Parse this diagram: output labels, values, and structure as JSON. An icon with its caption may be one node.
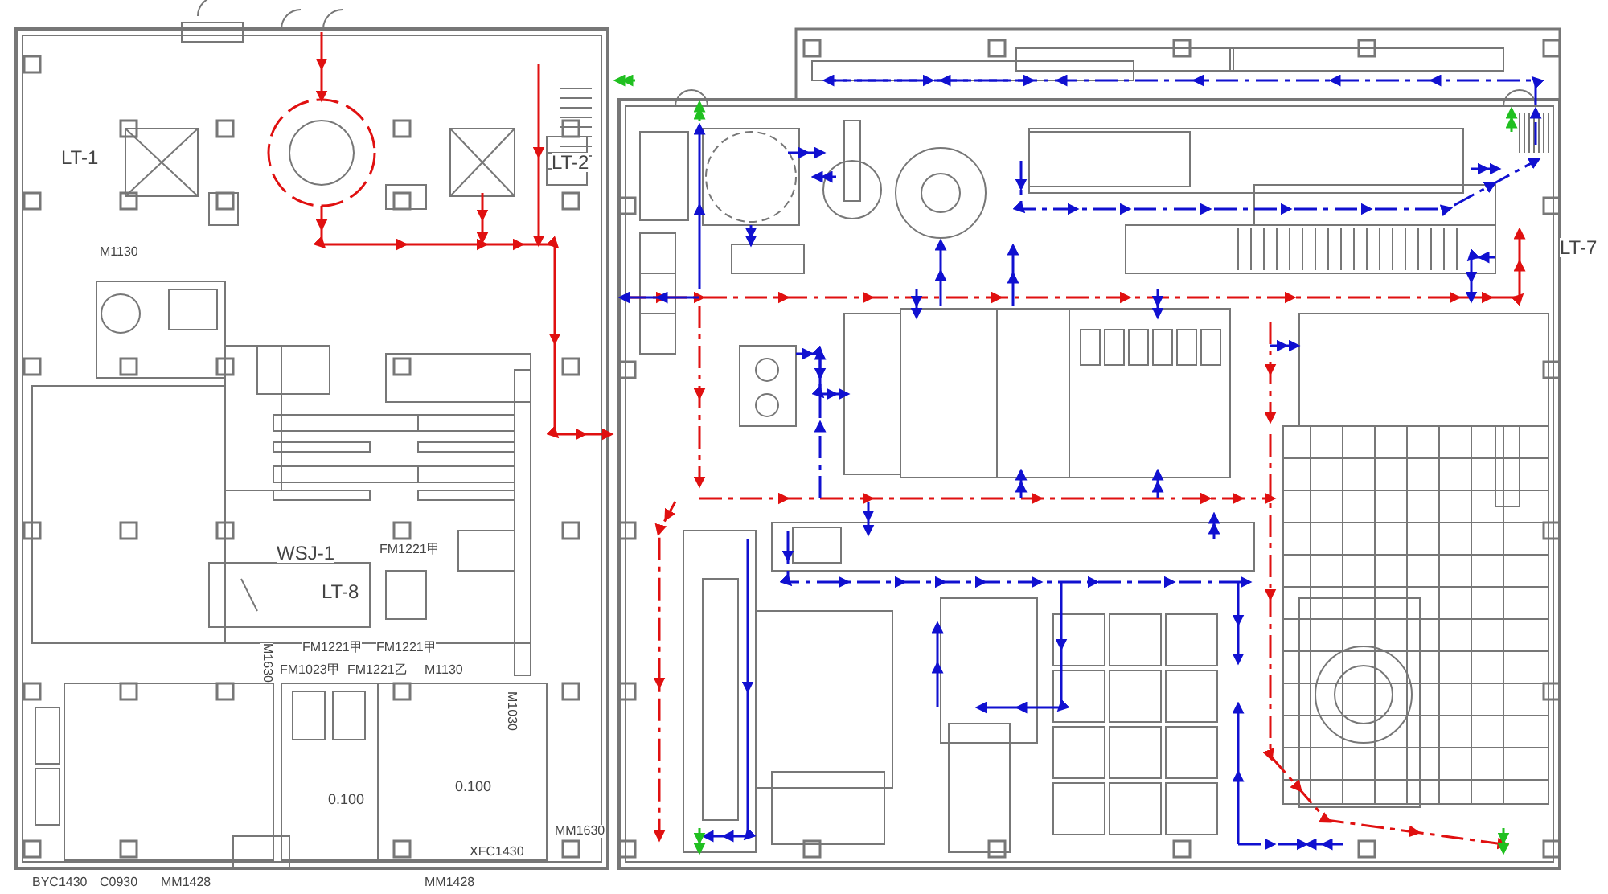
{
  "diagram": {
    "labels": [
      "LT-1",
      "LT-2",
      "M1130",
      "LT-7",
      "WSJ-1",
      "FM1221甲",
      "LT-8",
      "FM1221甲",
      "FM1023甲",
      "FM1221乙",
      "FM1221甲",
      "M1130",
      "M1630",
      "M1030",
      "0.100",
      "0.100",
      "XFC1430",
      "MM1630",
      "BYC1430",
      "C0930",
      "MM1428",
      "MM1428"
    ]
  }
}
